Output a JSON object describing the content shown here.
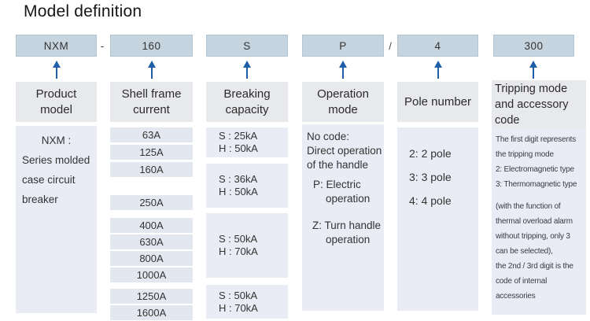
{
  "title": "Model definition",
  "colors": {
    "arrow": "#1f5fa9",
    "model_box_bg": "#c6d4e0",
    "header_bg": "#e8e9ec",
    "content_bg": "#e9ecf4",
    "row_bg": "#e3e8f0"
  },
  "model_row": {
    "product": "NXM",
    "dash": "-",
    "frame": "160",
    "breaking": "S",
    "operation": "P",
    "slash": "/",
    "poles": "4",
    "tripping": "300"
  },
  "headers": {
    "product": "Product\nmodel",
    "frame": "Shell frame\ncurrent",
    "breaking": "Breaking\ncapacity",
    "operation": "Operation\nmode",
    "poles": "Pole number",
    "tripping": "Tripping mode\nand accessory\ncode"
  },
  "product_desc": [
    "NXM :",
    "Series molded",
    "case circuit",
    "breaker"
  ],
  "frame_rows": [
    "63A",
    "125A",
    "160A",
    "250A",
    "400A",
    "630A",
    "800A",
    "1000A",
    "1250A",
    "1600A"
  ],
  "breaking_groups": [
    {
      "s": "S : 25kA",
      "h": "H : 50kA"
    },
    {
      "s": "S : 36kA",
      "h": "H : 50kA"
    },
    {
      "s": "S : 50kA",
      "h": "H : 70kA"
    },
    {
      "s": "S : 50kA",
      "h": "H : 70kA"
    }
  ],
  "operation_lines": [
    "No code:",
    "Direct operation",
    "of the handle",
    "P: Electric",
    "operation",
    "Z: Turn handle",
    "operation"
  ],
  "pole_options": [
    "2: 2 pole",
    "3: 3 pole",
    "4: 4 pole"
  ],
  "tripping_lines": [
    "The first digit represents",
    "the tripping mode",
    "2: Electromagnetic type",
    "3: Thermomagnetic type",
    "(with the function of",
    "thermal overload alarm",
    "without tripping, only 3",
    "can be selected),",
    "the 2nd / 3rd digit is the",
    "code of internal",
    "accessories"
  ]
}
